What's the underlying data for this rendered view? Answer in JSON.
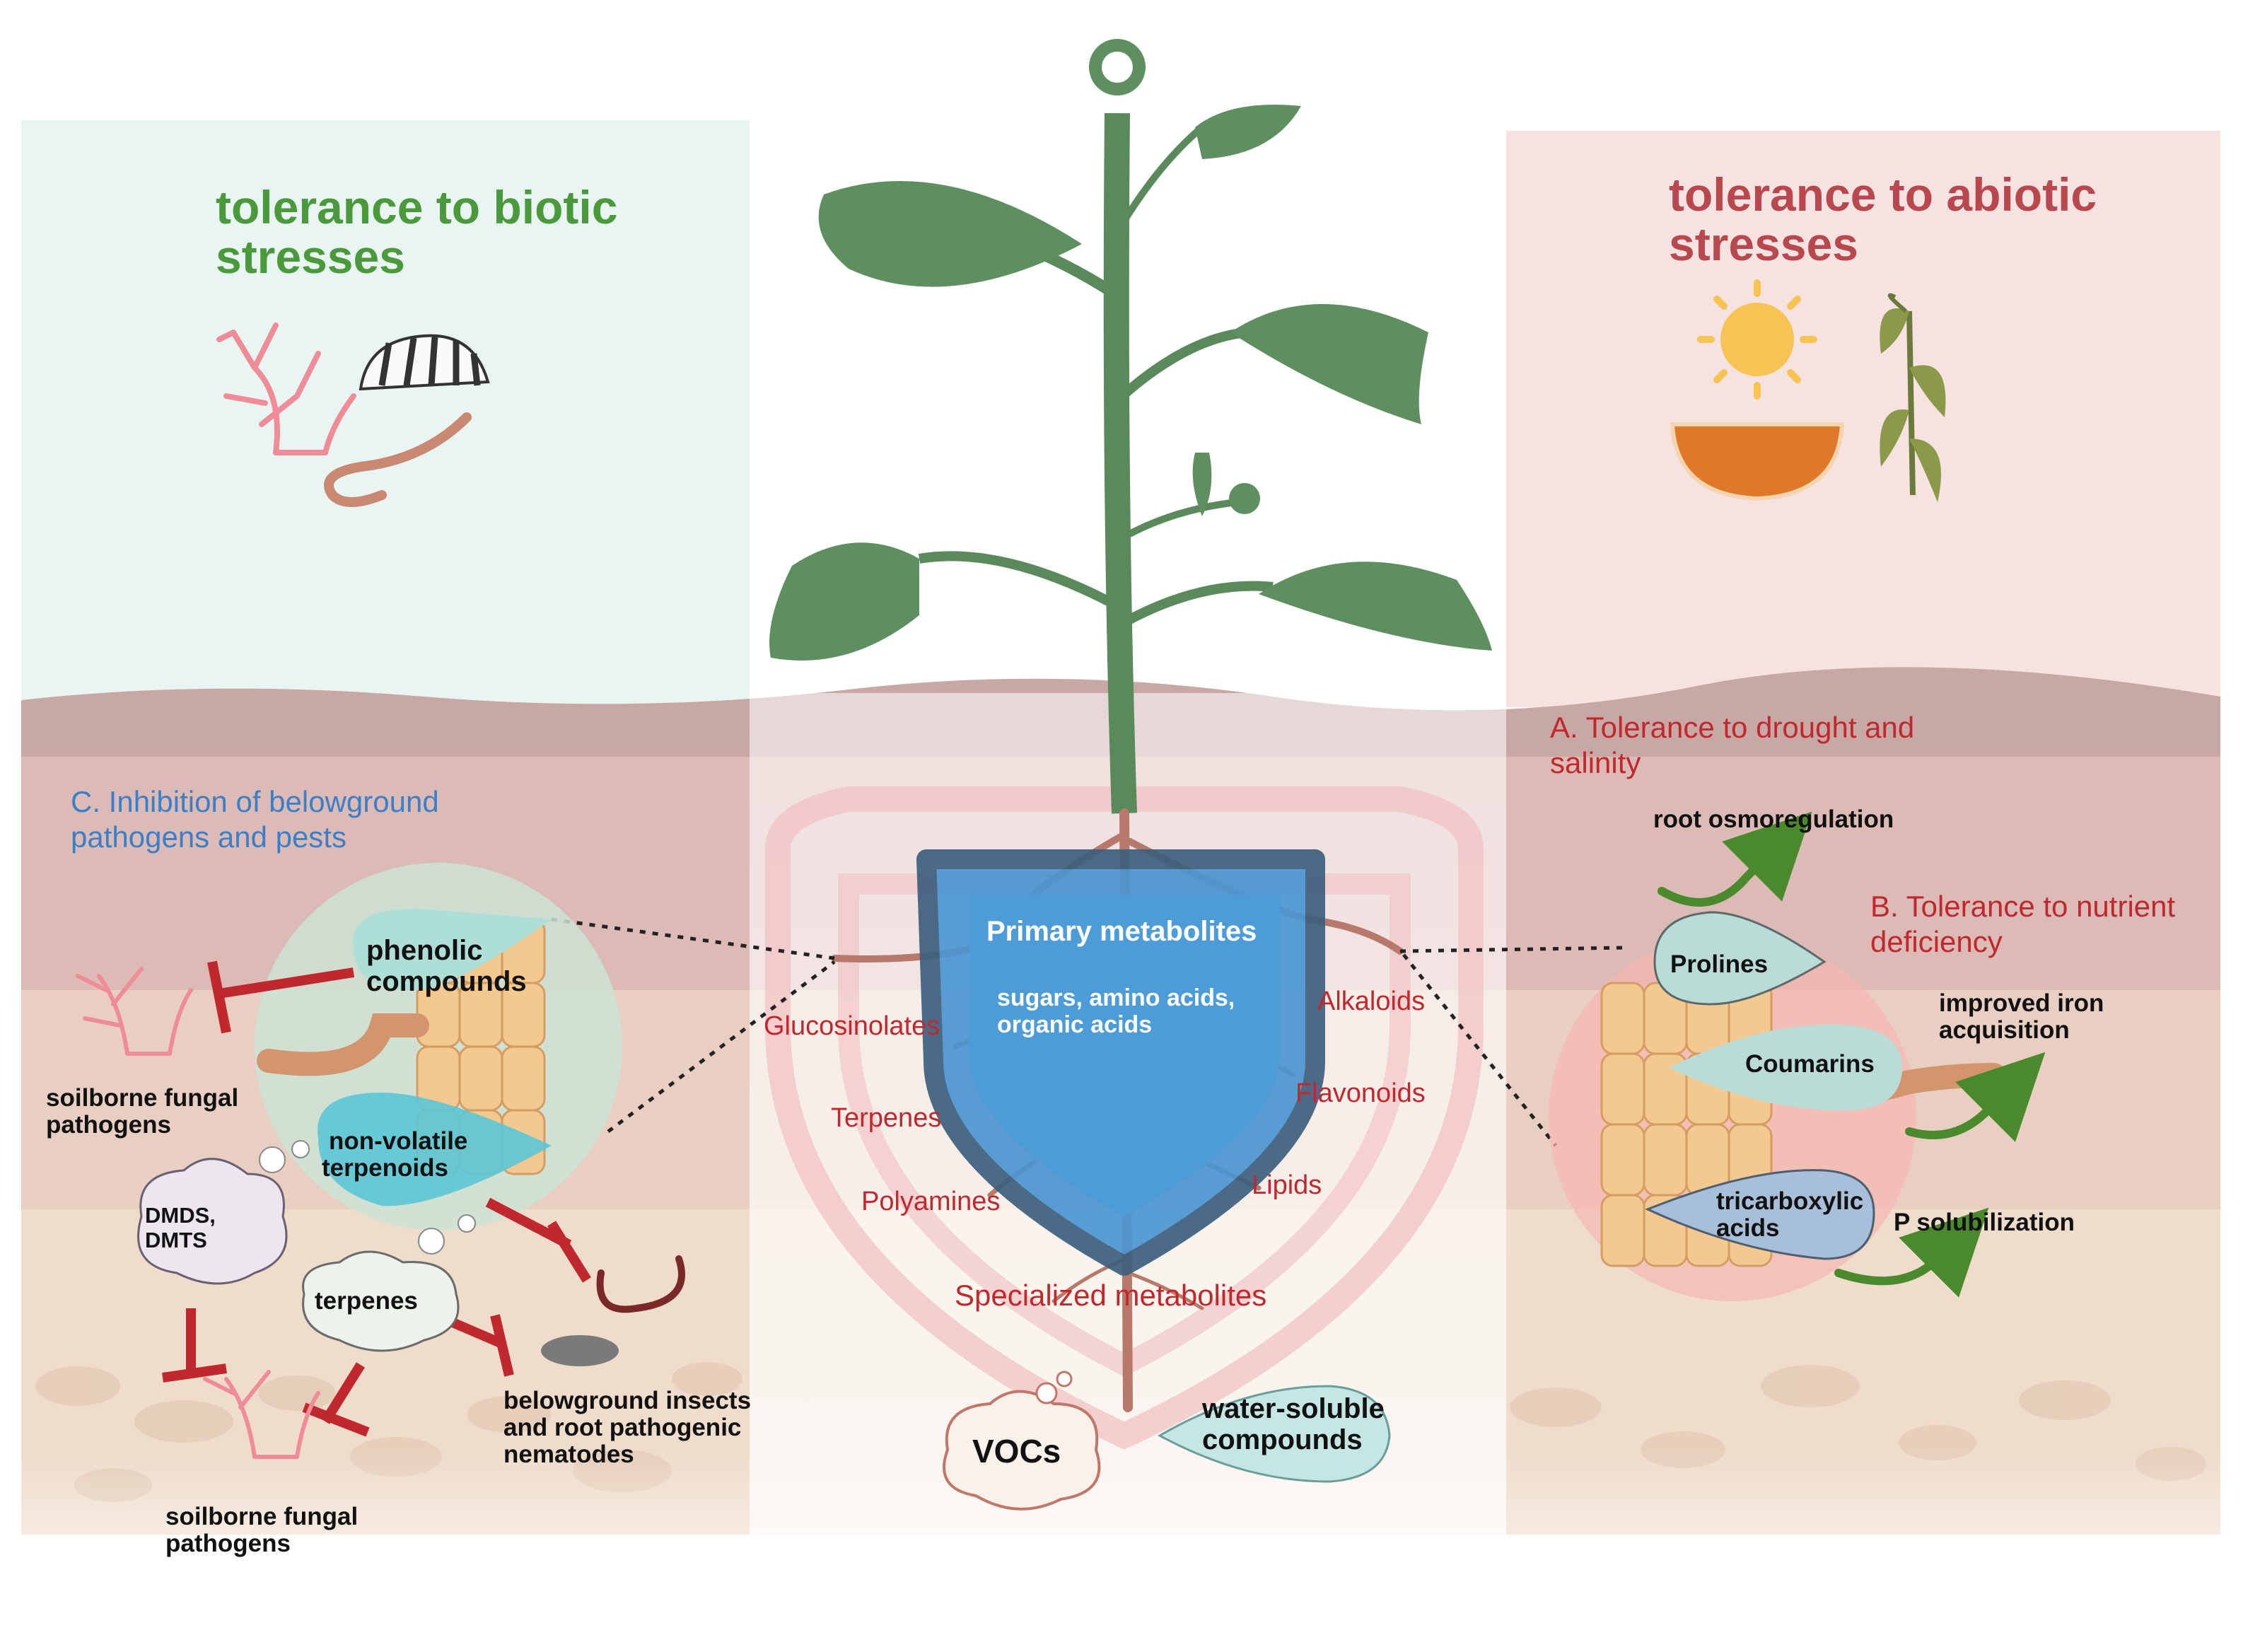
{
  "left_panel": {
    "title_line1": "tolerance to biotic",
    "title_line2": "stresses",
    "section_c_line1": "C.  Inhibition of  belowground",
    "section_c_line2": "pathogens and pests",
    "phenolic_line1": "phenolic",
    "phenolic_line2": "compounds",
    "nonvolatile_line1": "non-volatile",
    "nonvolatile_line2": "terpenoids",
    "dmds_line1": "DMDS,",
    "dmds_line2": "DMTS",
    "terpenes": "terpenes",
    "fungal1_line1": "soilborne fungal",
    "fungal1_line2": "pathogens",
    "fungal2_line1": "soilborne fungal",
    "fungal2_line2": "pathogens",
    "insects_line1": "belowground insects",
    "insects_line2": "and root pathogenic",
    "insects_line3": "nematodes"
  },
  "center_panel": {
    "primary": "Primary metabolites",
    "primary_sub_line1": "sugars, amino acids,",
    "primary_sub_line2": "organic acids",
    "glucosinolates": "Glucosinolates",
    "terpenes": "Terpenes",
    "polyamines": "Polyamines",
    "alkaloids": "Alkaloids",
    "flavonoids": "Flavonoids",
    "lipids": "Lipids",
    "specialized": "Specialized  metabolites",
    "vocs": "VOCs",
    "water_line1": "water-soluble",
    "water_line2": "compounds"
  },
  "right_panel": {
    "title_line1": "tolerance to abiotic",
    "title_line2": "stresses",
    "section_a_line1": "A. Tolerance to drought  and",
    "section_a_line2": "salinity",
    "root_osmo": "root osmoregulation",
    "section_b_line1": "B. Tolerance to nutrient",
    "section_b_line2": "deficiency",
    "prolines": "Prolines",
    "coumarins": "Coumarins",
    "iron_line1": "improved iron",
    "iron_line2": "acquisition",
    "tca_line1": "tricarboxylic",
    "tca_line2": "acids",
    "p_sol": "P solubilization"
  },
  "colors": {
    "biotic_green": "#4a9a3c",
    "abiotic_red": "#b8474e",
    "section_blue": "#3a7fc8",
    "inhibit_red": "#c0282e",
    "plant_green": "#5a8a5c",
    "shield_fill": "#4b96d2",
    "shield_stroke": "#3d5f7e"
  }
}
